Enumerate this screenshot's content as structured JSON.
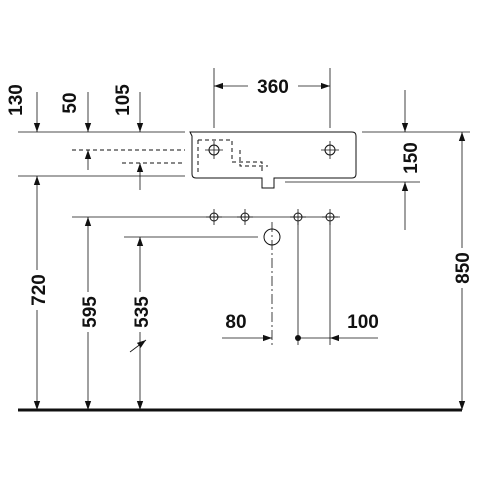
{
  "dimensions": {
    "width_360": "360",
    "dim_130": "130",
    "dim_50": "50",
    "dim_105": "105",
    "dim_150": "150",
    "dim_720": "720",
    "dim_595": "595",
    "dim_535": "535",
    "dim_850": "850",
    "dim_80": "80",
    "dim_100": "100"
  }
}
